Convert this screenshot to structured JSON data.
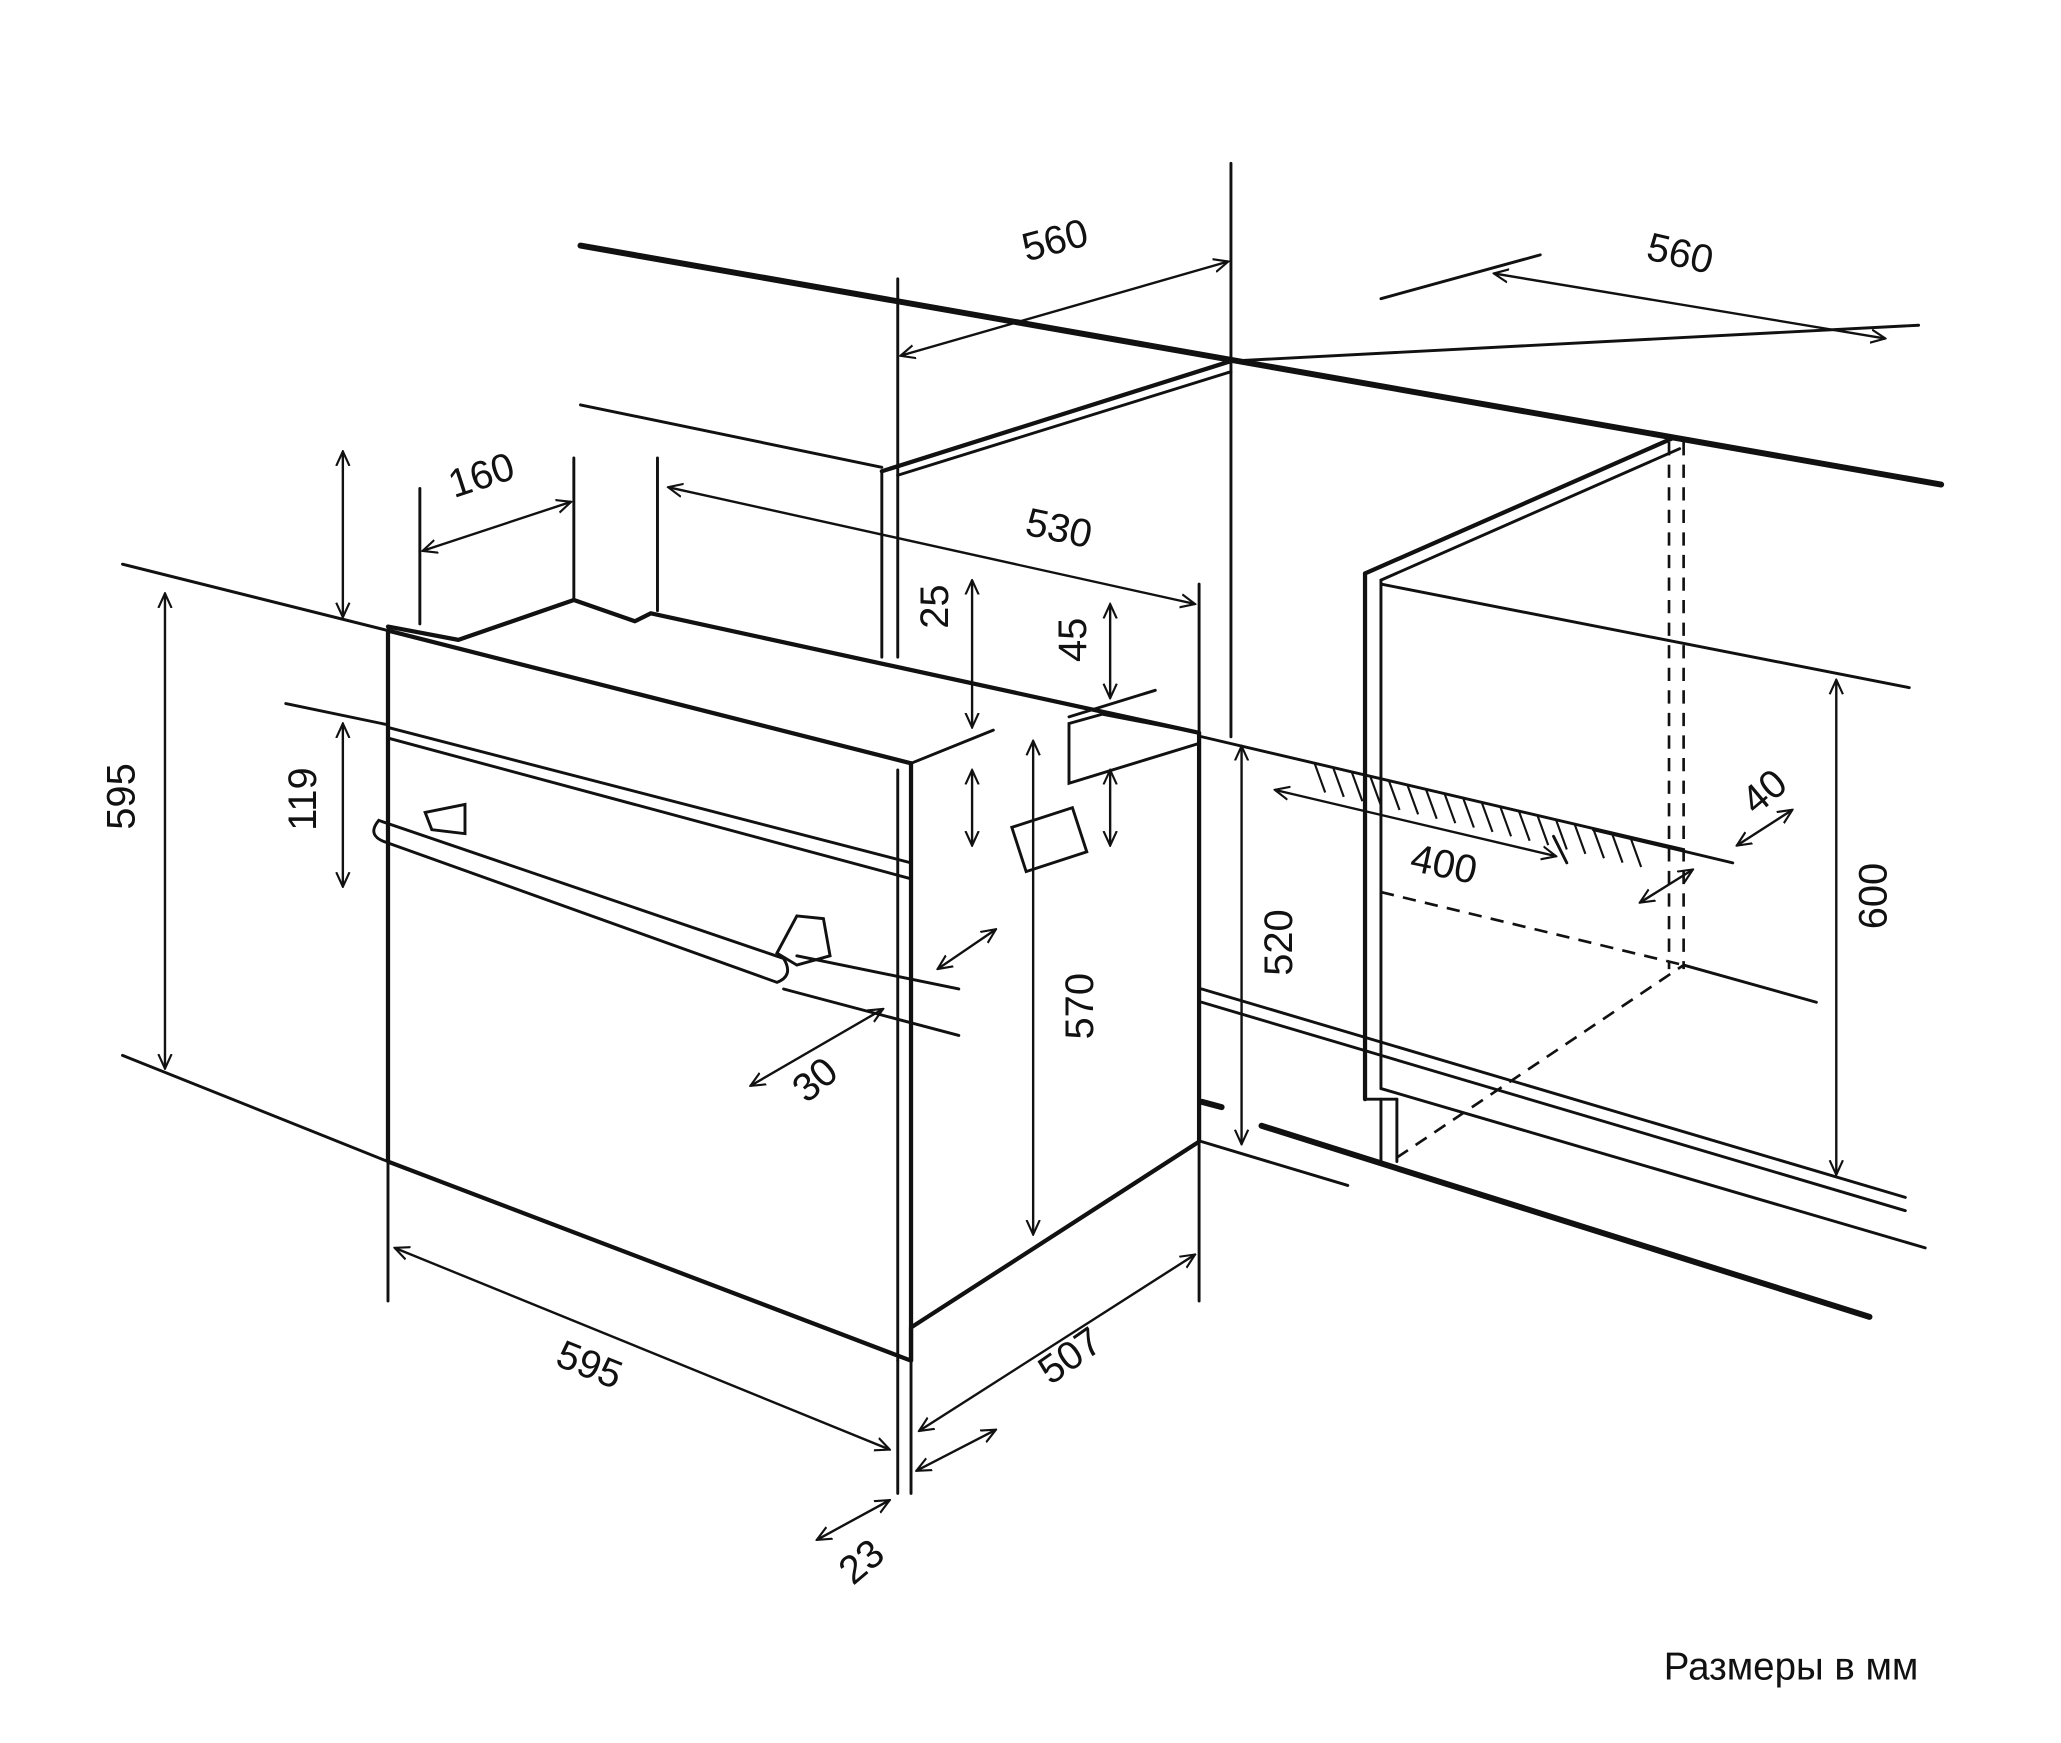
{
  "title": "Oven built-in installation diagram",
  "units_note": "Размеры в мм",
  "dimensions": {
    "cabinet_depth_left": "560",
    "cabinet_depth_right": "560",
    "top_offset": "160",
    "top_depth": "530",
    "panel_step": "25",
    "side_step": "45",
    "panel_height": "119",
    "oven_height": "595",
    "niche_floor_height": "520",
    "body_height": "570",
    "niche_height": "600",
    "vent_width": "400",
    "vent_depth": "40",
    "handle_depth": "30",
    "oven_width": "595",
    "body_depth": "507",
    "front_thickness": "23"
  }
}
